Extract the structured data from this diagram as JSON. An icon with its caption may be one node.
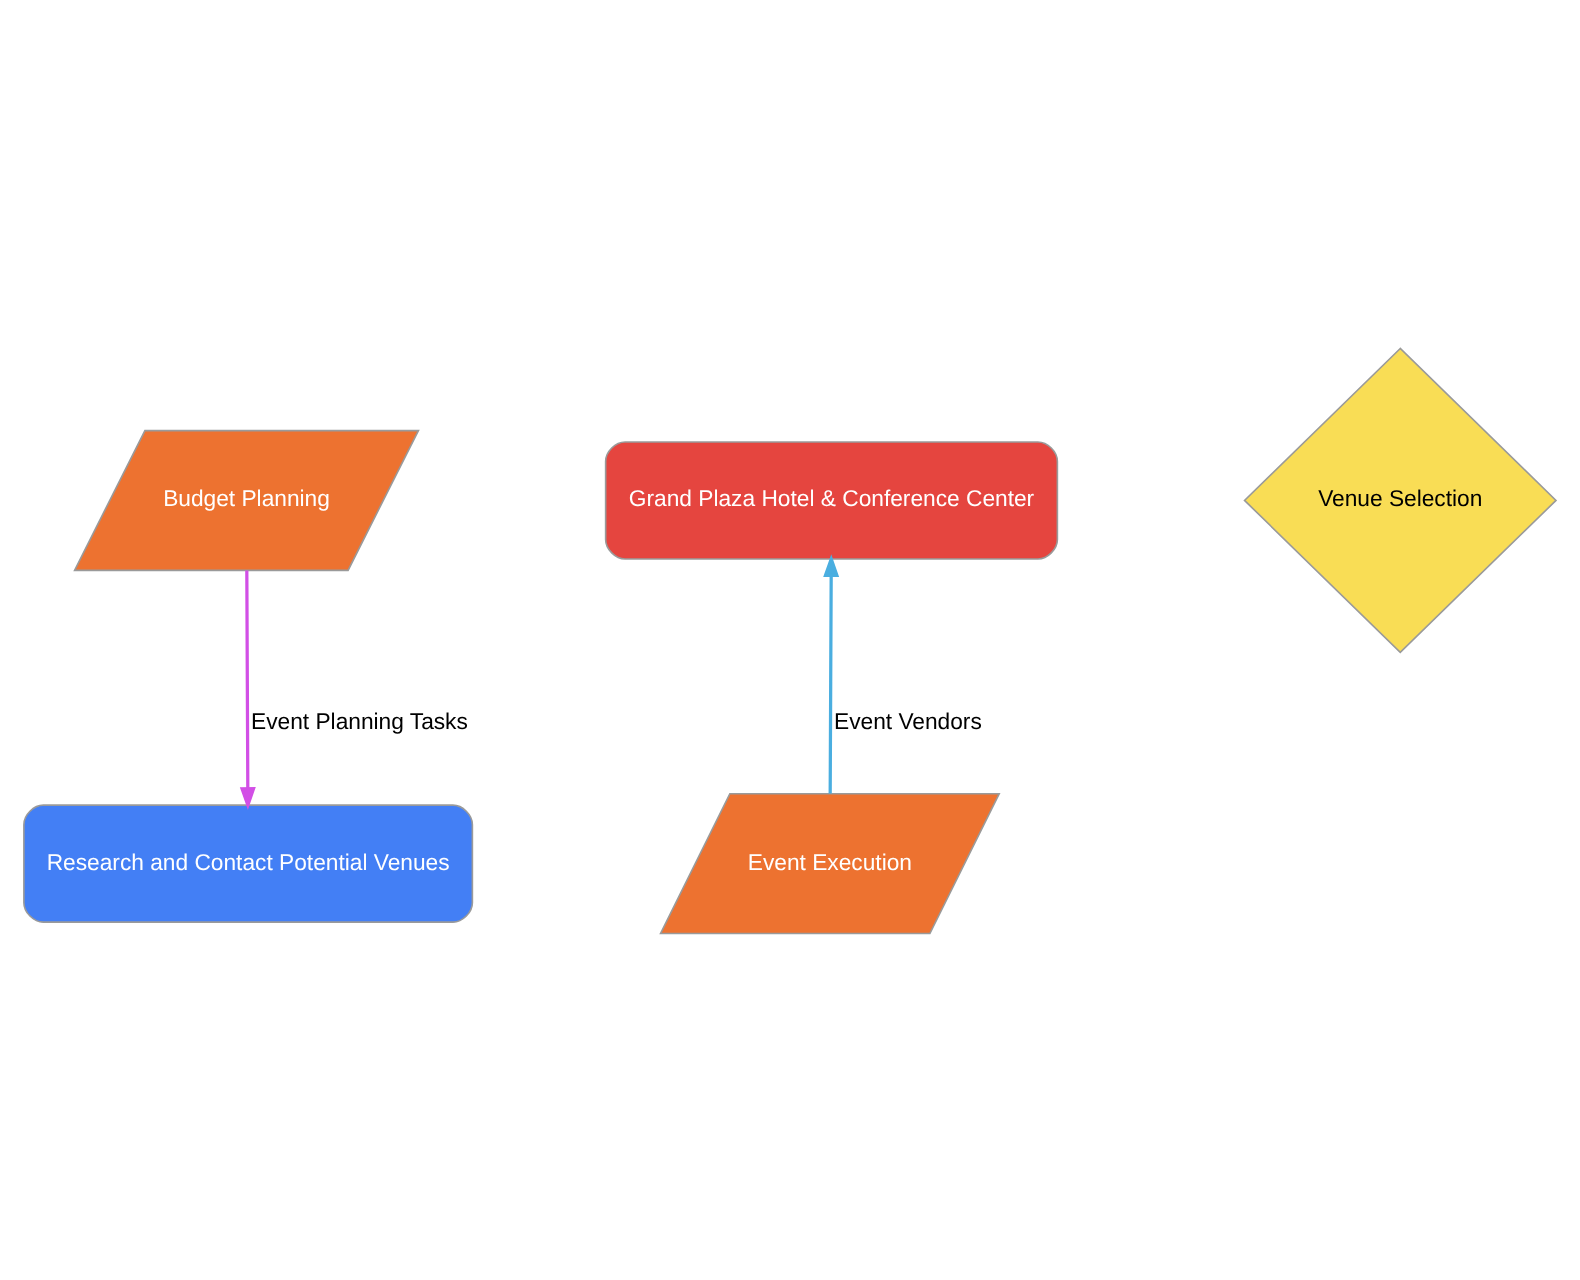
{
  "diagram": {
    "nodes": [
      {
        "text": [
          "Budget Planning"
        ]
      },
      {
        "text": [
          "Research and Contact Potential Venues"
        ]
      },
      {
        "text": [
          "Grand Plaza Hotel & Conference Center"
        ]
      },
      {
        "text": [
          "Event Execution"
        ]
      },
      {
        "text": [
          "Venue Selection"
        ]
      }
    ],
    "edges": [
      {
        "from": 0,
        "to": 1,
        "arrow": "to",
        "label": "Event Planning Tasks",
        "color": "#d24fe6"
      },
      {
        "from": 3,
        "to": 2,
        "arrow": "to",
        "label": "Event Vendors",
        "color": "#4aaee0"
      }
    ]
  }
}
